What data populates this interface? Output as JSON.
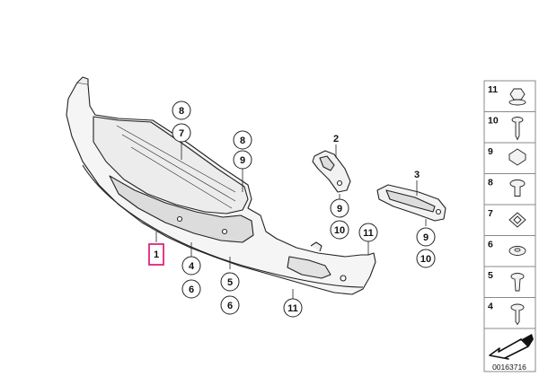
{
  "diagram": {
    "selected_callout": "1",
    "callouts": [
      "8",
      "7",
      "8",
      "9",
      "2",
      "9",
      "10",
      "3",
      "9",
      "10",
      "11",
      "4",
      "6",
      "5",
      "6",
      "11",
      "1"
    ],
    "sidebar_numbers": [
      "11",
      "10",
      "9",
      "8",
      "7",
      "6",
      "5",
      "4"
    ],
    "document_number": "00163716",
    "colors": {
      "outline": "#222222",
      "part_fill": "#f4f4f4",
      "highlight": "#e0247c",
      "sidebar_border": "#888888"
    }
  }
}
